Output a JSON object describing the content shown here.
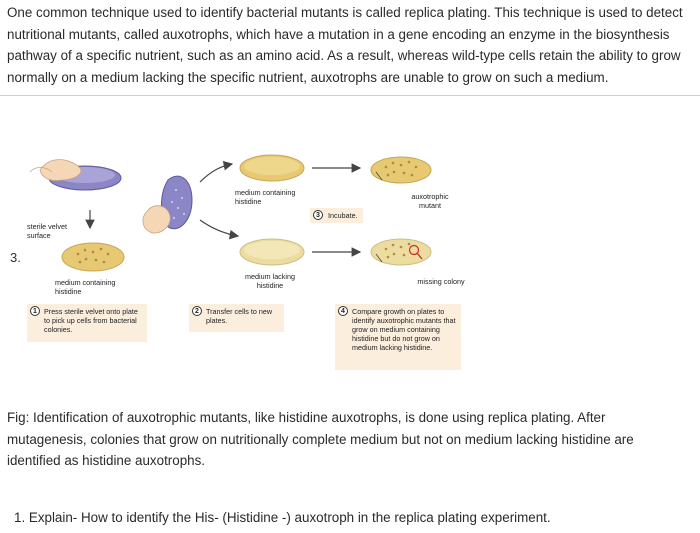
{
  "intro_text": "One common technique used to identify bacterial mutants is called replica plating. This technique is used to detect nutritional mutants, called auxotrophs, which have a mutation in a gene encoding an enzyme in the biosynthesis pathway of a specific nutrient, such as an amino acid. As a result, whereas wild-type cells retain the ability to grow normally on a medium lacking the specific nutrient, auxotrophs are unable to grow on such a medium.",
  "item_number": "3.",
  "diagram": {
    "labels": {
      "sterile_velvet": "sterile velvet surface",
      "medium_containing_left": "medium containing histidine",
      "medium_containing_top": "medium containing histidine",
      "medium_lacking": "medium lacking histidine",
      "auxotrophic_mutant": "auxotrophic mutant",
      "missing_colony": "missing colony"
    },
    "steps": [
      {
        "num": "1",
        "text": "Press sterile velvet onto plate to pick up cells from bacterial colonies."
      },
      {
        "num": "2",
        "text": "Transfer cells to new plates."
      },
      {
        "num": "3",
        "text": "Incubate."
      },
      {
        "num": "4",
        "text": "Compare growth on plates to identify auxotrophic mutants that grow on medium containing histidine but do not grow on medium lacking histidine."
      }
    ],
    "colors": {
      "plate_yellow": "#eed68a",
      "plate_pale": "#f2e6b4",
      "velvet_purple": "#8b86c6",
      "step_box": "#fbeedd",
      "colony": "#c8a850"
    }
  },
  "caption": "Fig: Identification of auxotrophic mutants, like histidine auxotrophs, is done using replica plating. After mutagenesis, colonies that grow on nutritionally complete medium but not on medium lacking histidine are identified as histidine auxotrophs.",
  "question": "1. Explain- How to identify the His- (Histidine -) auxotroph in the replica plating experiment."
}
